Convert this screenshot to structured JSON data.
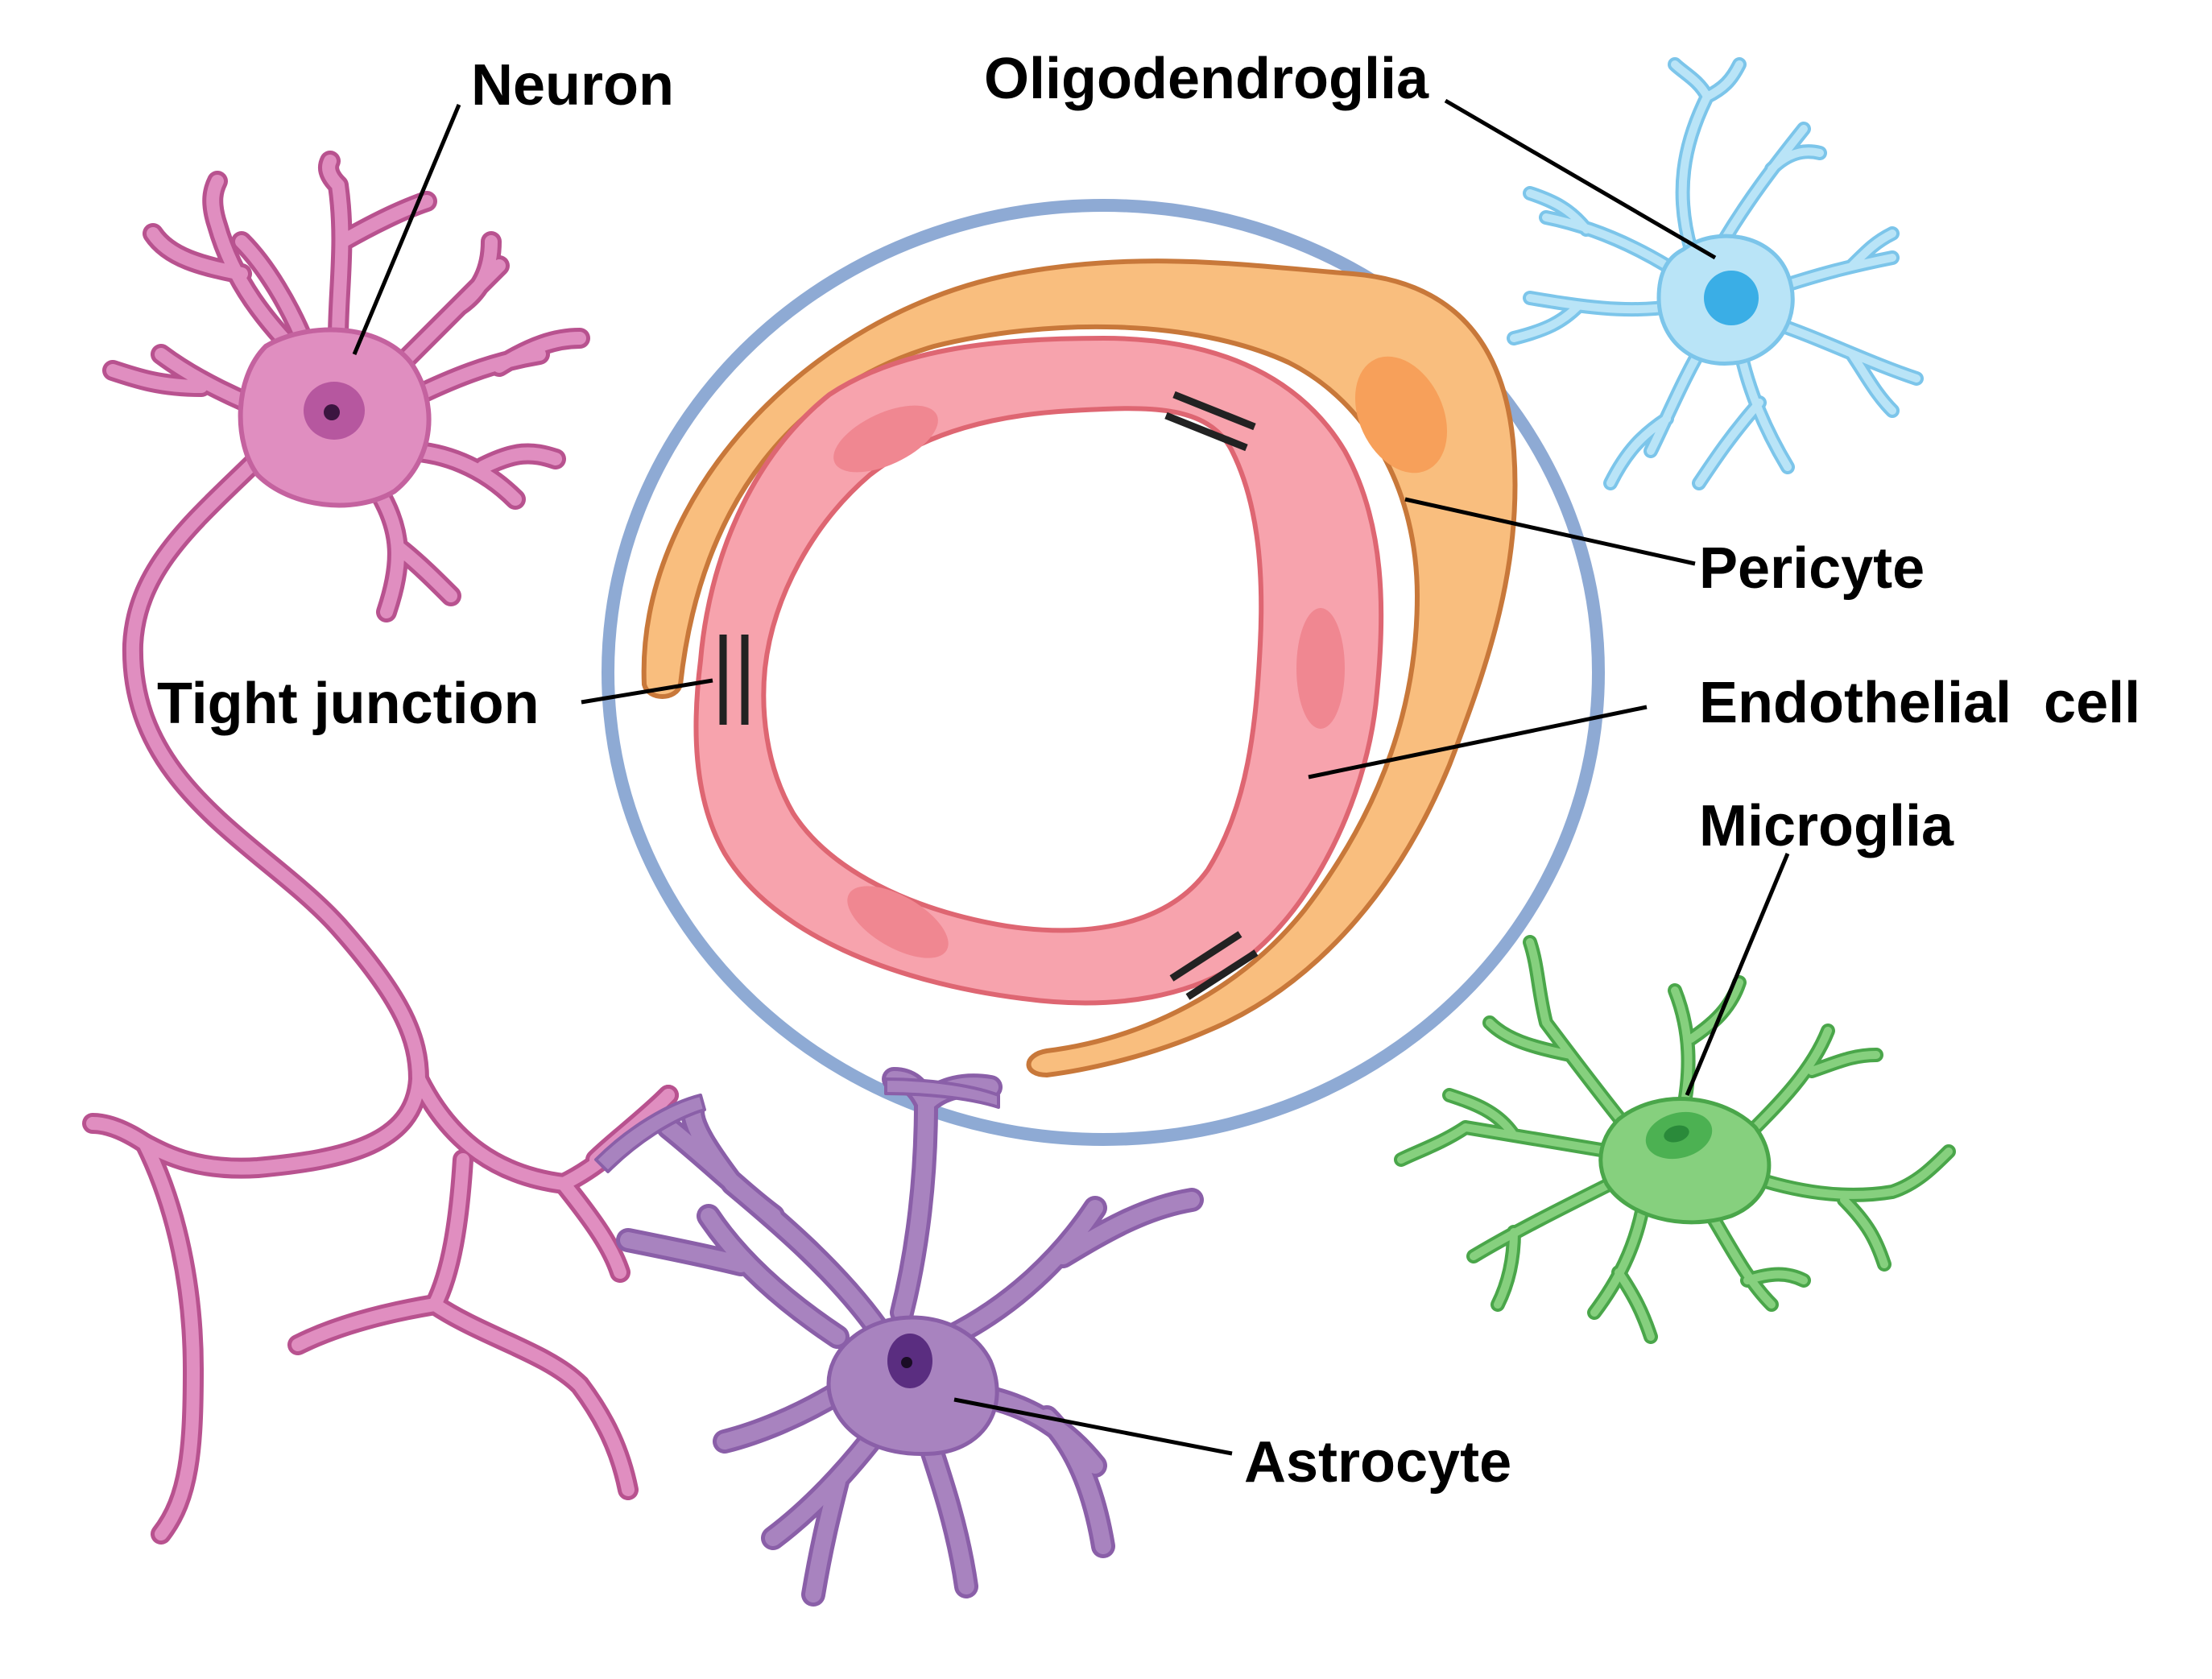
{
  "labels": {
    "neuron": "Neuron",
    "oligodendroglia": "Oligodendroglia",
    "pericyte": "Pericyte",
    "tight_junction": "Tight junction",
    "endothelial_cell": "Endothelial  cell",
    "microglia": "Microglia",
    "astrocyte": "Astrocyte"
  },
  "colors": {
    "neuron": "#d77fb3",
    "neuron_nucleus": "#a04a90",
    "oligodendroglia": "#a9dcf4",
    "oligodendroglia_nucleus": "#3aaee6",
    "pericyte": "#f9be7e",
    "pericyte_nucleus": "#f7a05a",
    "endothelium": "#f7a3ad",
    "endothelium_nucleus": "#f08791",
    "basement_membrane": "#8eaad4",
    "microglia": "#6cc466",
    "microglia_nucleus": "#3aa04a",
    "astrocyte": "#a883bf",
    "astrocyte_nucleus": "#5a2d80"
  }
}
